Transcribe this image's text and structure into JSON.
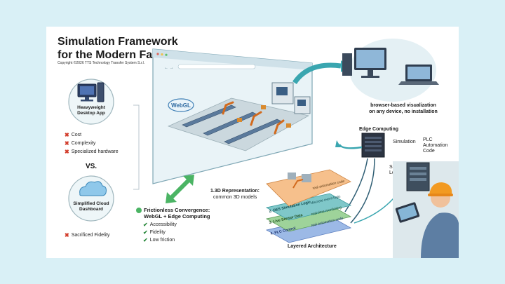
{
  "title_line1": "Simulation Framework",
  "title_line2": "for the Modern Factory",
  "copyright": "Copyright ©2026 TTS Technology Transfer System S.r.l.",
  "desktop": {
    "label_line1": "Heavyweight",
    "label_line2": "Desktop App",
    "cons": [
      "Cost",
      "Complexity",
      "Specialized hardware"
    ]
  },
  "vs_label": "VS.",
  "cloud": {
    "label_line1": "Simplified Cloud",
    "label_line2": "Dashboard",
    "cons": [
      "Sacrificed Fidelity"
    ]
  },
  "convergence": {
    "title_line1": "Frictionless Convergence:",
    "title_line2": "WebGL + Edge Computing",
    "pros": [
      "Accessibility",
      "Fidelity",
      "Low friction"
    ]
  },
  "webgl_label": "WebGL",
  "browser_caption_line1": "browser-based visualization",
  "browser_caption_line2": "on any device, no installation",
  "edge_label": "Edge Computing",
  "simulation_label": "Simulation",
  "plc_label_line1": "PLC",
  "plc_label_line2": "Automation",
  "plc_label_line3": "Code",
  "sim_logic_line1": "Simulation",
  "sim_logic_line2": "Logic",
  "layers": [
    {
      "name": "1.3D Representation:",
      "desc": "common 3D models"
    },
    {
      "name": "2. DES Simulation Logic",
      "desc": "discrete event logic"
    },
    {
      "name": "3. Live Sensor Data",
      "desc": "real-time monitoring"
    },
    {
      "name": "4. PLC Control",
      "desc": "real automation code"
    }
  ],
  "layer_top_tag": "real automation code",
  "layered_architecture": "Layered Architecture",
  "colors": {
    "accent_teal": "#3aa6b0",
    "title_dark": "#111111",
    "cross_red": "#d23b2a",
    "check_green": "#2c8a3e",
    "layer_orange": "#f6c08c",
    "layer_teal": "#7fc7c9",
    "layer_green": "#9ed39a",
    "layer_blue": "#9cb9e6"
  }
}
